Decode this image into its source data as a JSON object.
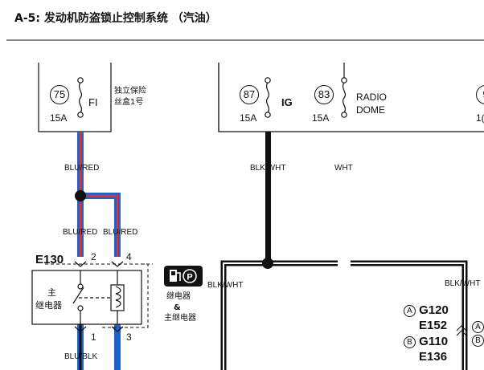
{
  "title": "A-5: 发动机防盗锁止控制系统 （汽油）",
  "fuse_box_left": {
    "fuse_number": "75",
    "fuse_name": "FI",
    "amperage": "15A",
    "box_label_line1": "独立保险",
    "box_label_line2": "丝盒1号"
  },
  "fuse_box_right": {
    "fuse1_number": "87",
    "fuse1_name": "IG",
    "fuse1_amperage": "15A",
    "fuse2_number": "83",
    "fuse2_name_line1": "RADIO",
    "fuse2_name_line2": "DOME",
    "fuse2_amperage": "15A",
    "fuse3_number_partial": "9",
    "fuse3_amperage_partial": "1("
  },
  "wires": {
    "blu_red_top": "BLU/RED",
    "blk_wht_top": "BLK/WHT",
    "wht_top": "WHT",
    "blu_red_left": "BLU/RED",
    "blu_red_right": "BLU/RED",
    "blk_wht_mid_left": "BLK/WHT",
    "blk_wht_mid_right": "BLK/WHT",
    "blu_blk_bottom": "BLU/BLK"
  },
  "connector": {
    "name": "E130",
    "pin_top_left": "2",
    "pin_top_right": "4",
    "pin_bottom_left": "1",
    "pin_bottom_right": "3"
  },
  "relay": {
    "label_line1": "主",
    "label_line2": "继电器"
  },
  "legend_badge": {
    "icon_name": "fuel-pump-p-icon",
    "label_line1": "继电器",
    "label_line2": "&",
    "label_line3": "主继电器"
  },
  "ground_refs": {
    "a_letter": "A",
    "a_code": "G120",
    "a_code2": "E152",
    "b_letter": "B",
    "b_code": "G110",
    "b_code2": "E136",
    "side_a": "A",
    "side_b": "B"
  },
  "colors": {
    "blue_wire": "#1f63c6",
    "red_stripe": "#d0343c",
    "black_wire": "#111111"
  }
}
